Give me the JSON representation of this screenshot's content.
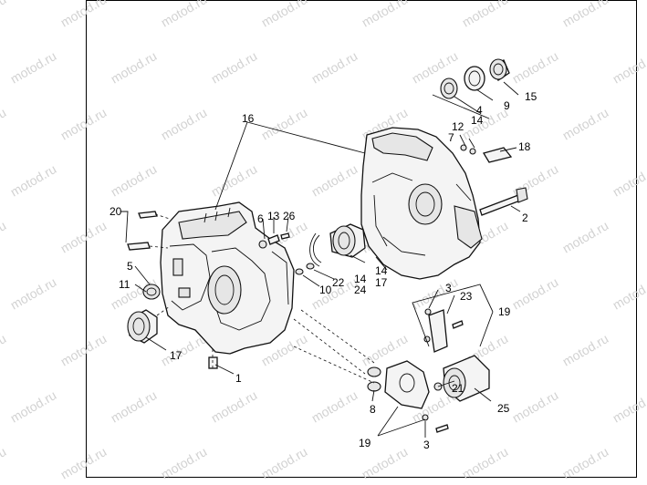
{
  "watermark": "motod.ru",
  "labels": {
    "l1": "1",
    "l2": "2",
    "l3a": "3",
    "l3b": "3",
    "l4": "4",
    "l5": "5",
    "l6": "6",
    "l7": "7",
    "l8": "8",
    "l9": "9",
    "l10": "10",
    "l11": "11",
    "l12": "12",
    "l13": "13",
    "l14a": "14",
    "l14b": "14",
    "l14c": "14",
    "l15": "15",
    "l16": "16",
    "l17a": "17",
    "l17b": "17",
    "l18": "18",
    "l19a": "19",
    "l19b": "19",
    "l20": "20",
    "l21": "21",
    "l22": "22",
    "l23": "23",
    "l24": "24",
    "l25": "25",
    "l26": "26"
  }
}
